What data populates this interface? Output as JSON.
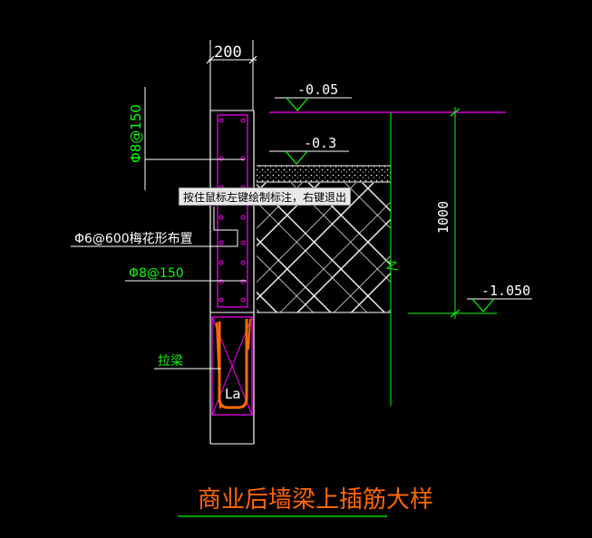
{
  "drawing": {
    "dim_width": "200",
    "level_top": "-0.05",
    "level_mid": "-0.3",
    "level_bottom": "-1.050",
    "dim_height": "1000",
    "label_rebar_vert": "Φ8@150",
    "label_tie": "Φ6@600梅花形布置",
    "label_rebar_horiz": "Φ8@150",
    "label_beam": "拉梁",
    "label_la": "La",
    "title": "商业后墙梁上插筋大样"
  },
  "status": {
    "tooltip": "按住鼠标左键绘制标注，右键退出"
  },
  "colors": {
    "background": "#000000",
    "white": "#ffffff",
    "magenta": "#ff00ff",
    "green": "#00ff00",
    "orange": "#ff6a00",
    "title": "#ff6600"
  }
}
